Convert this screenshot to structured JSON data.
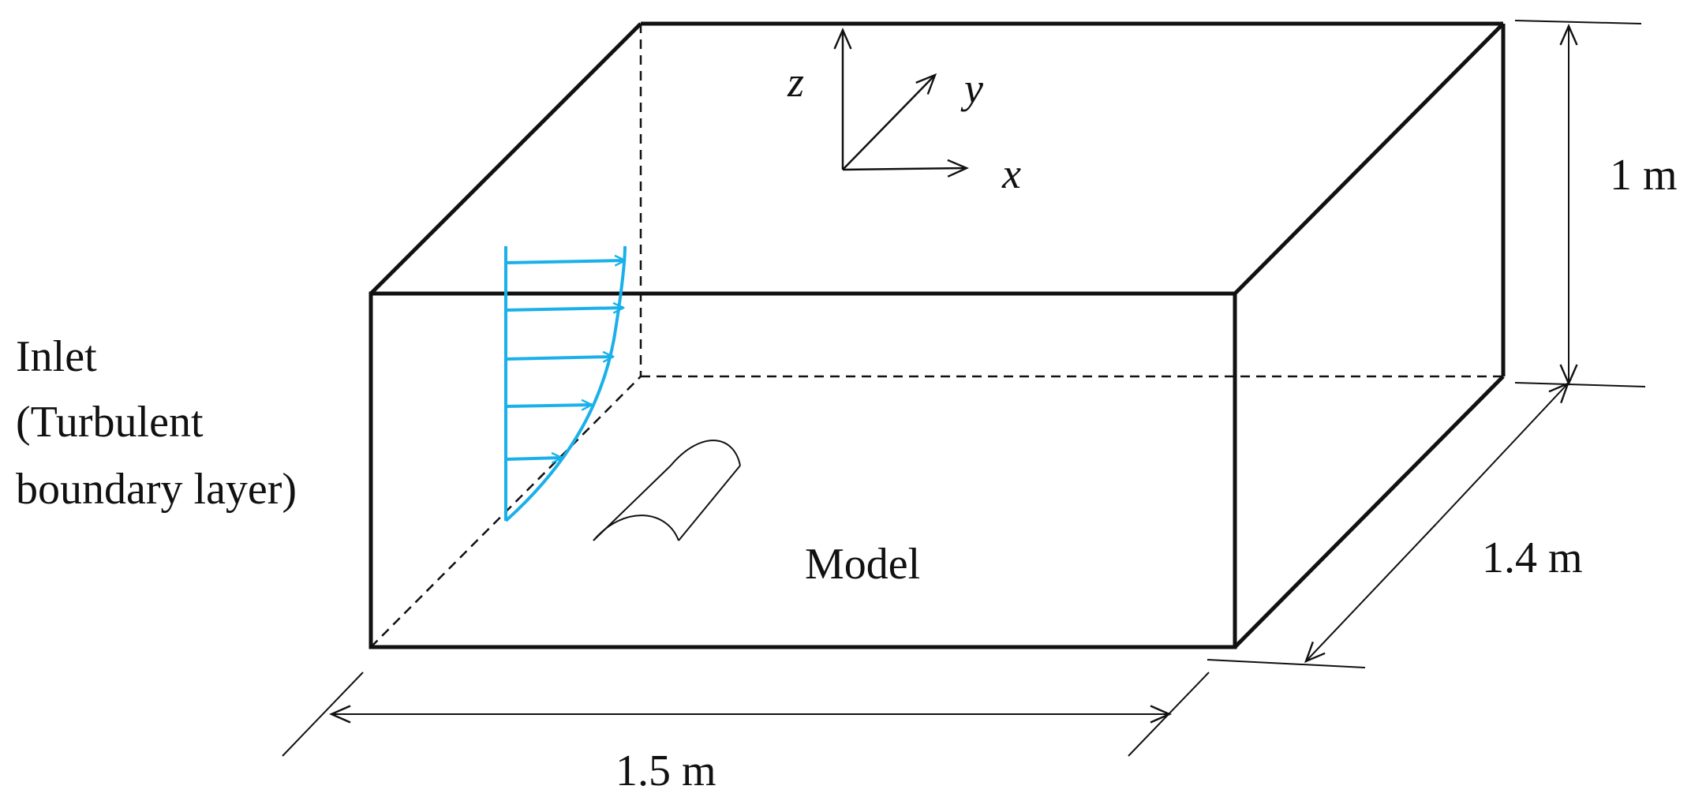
{
  "colors": {
    "line": "#111111",
    "profile": "#1AB0EA",
    "background": "#FFFFFF"
  },
  "labels": {
    "inlet_line1": "Inlet",
    "inlet_line2": "(Turbulent",
    "inlet_line3": "boundary layer)",
    "model": "Model",
    "height": "1 m",
    "depth": "1.4 m",
    "width": "1.5 m"
  },
  "axes": {
    "x": "x",
    "y": "y",
    "z": "z"
  }
}
